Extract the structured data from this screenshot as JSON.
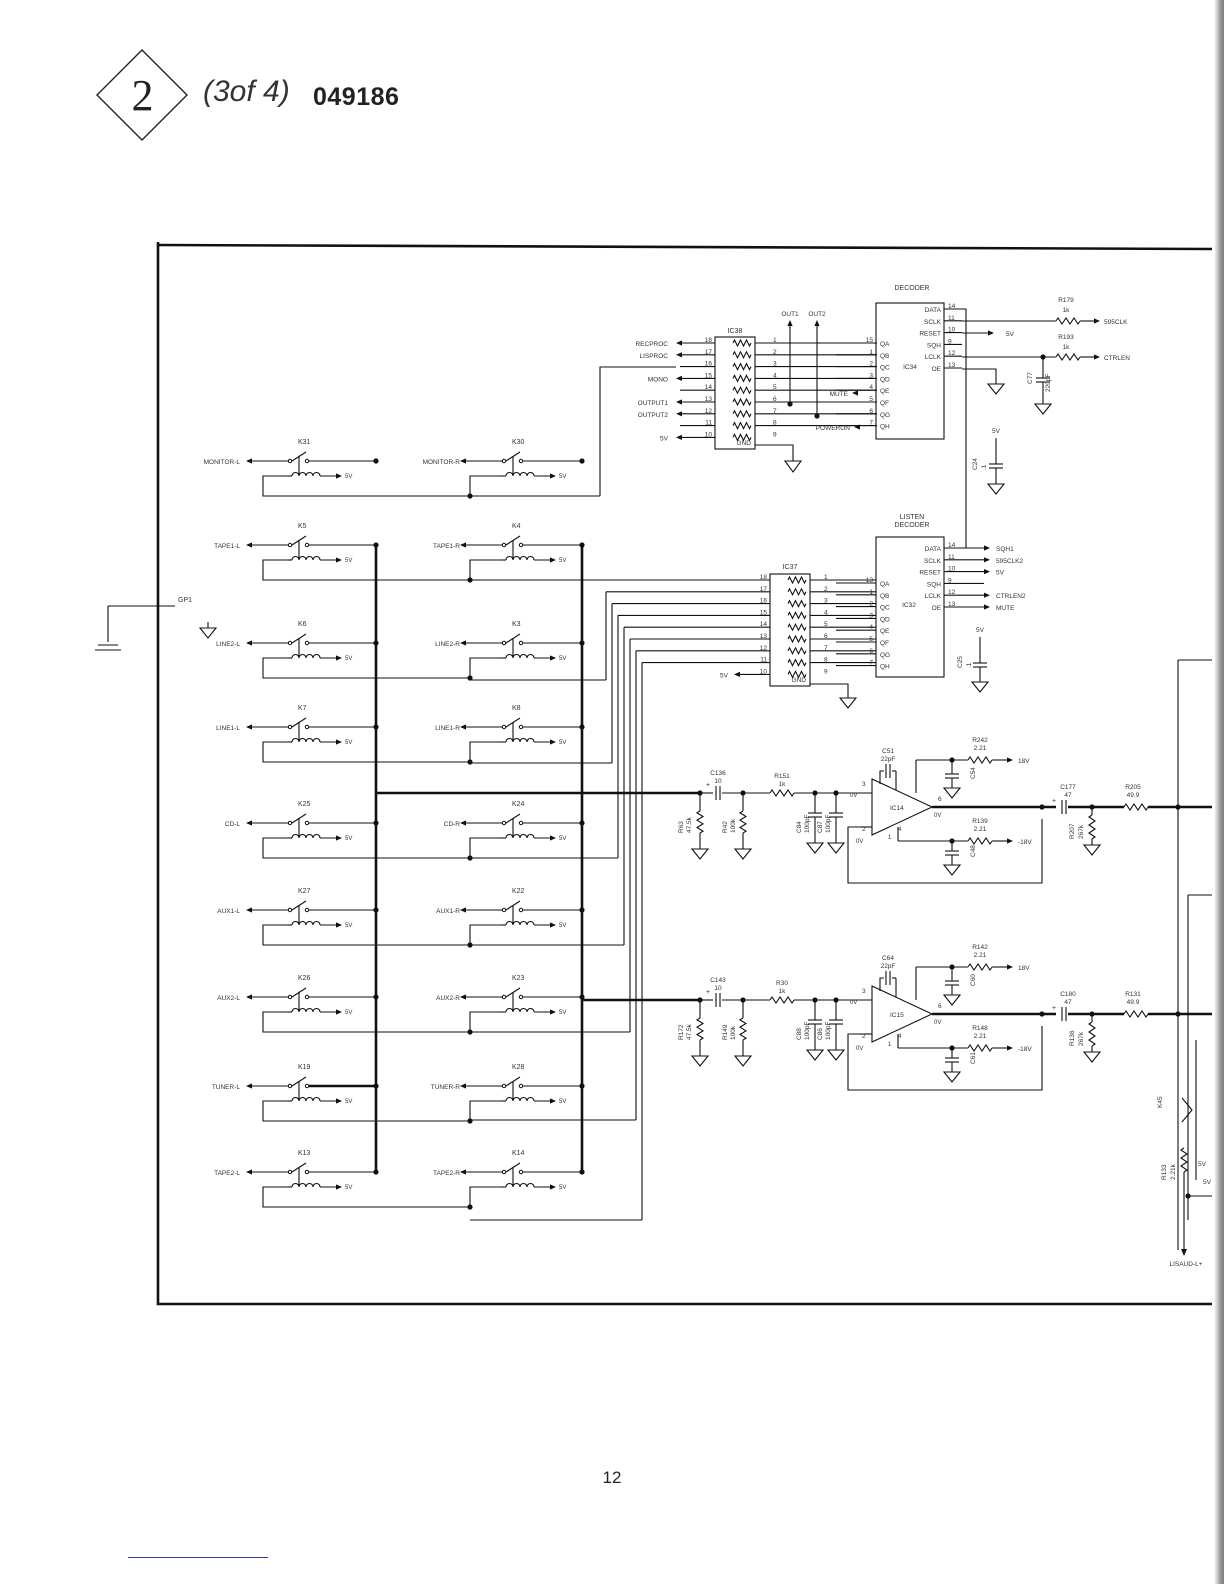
{
  "header": {
    "badge_number": "2",
    "page_part": "(3of 4)",
    "doc_number": "049186"
  },
  "page_number": "12",
  "relays_left": [
    {
      "ref": "K31",
      "net": "MONITOR-L"
    },
    {
      "ref": "K5",
      "net": "TAPE1-L"
    },
    {
      "ref": "K6",
      "net": "LINE2-L"
    },
    {
      "ref": "K7",
      "net": "LINE1-L"
    },
    {
      "ref": "K25",
      "net": "CD-L"
    },
    {
      "ref": "K27",
      "net": "AUX1-L"
    },
    {
      "ref": "K26",
      "net": "AUX2-L"
    },
    {
      "ref": "K19",
      "net": "TUNER-L"
    },
    {
      "ref": "K13",
      "net": "TAPE2-L"
    }
  ],
  "relays_right": [
    {
      "ref": "K30",
      "net": "MONITOR-R"
    },
    {
      "ref": "K4",
      "net": "TAPE1-R"
    },
    {
      "ref": "K3",
      "net": "LINE2-R"
    },
    {
      "ref": "K8",
      "net": "LINE1-R"
    },
    {
      "ref": "K24",
      "net": "CD-R"
    },
    {
      "ref": "K22",
      "net": "AUX1-R"
    },
    {
      "ref": "K23",
      "net": "AUX2-R"
    },
    {
      "ref": "K28",
      "net": "TUNER-R"
    },
    {
      "ref": "K14",
      "net": "TAPE2-R"
    }
  ],
  "supply_5v": "5V",
  "gp1": "GP1",
  "ic38": {
    "ref": "IC38",
    "gnd": "GND",
    "left_pins": [
      "18",
      "17",
      "16",
      "15",
      "14",
      "13",
      "12",
      "11",
      "10"
    ],
    "right_pins": [
      "1",
      "2",
      "3",
      "4",
      "5",
      "6",
      "7",
      "8",
      "9"
    ],
    "left_nets": [
      "RECPROC",
      "LISPROC",
      "",
      "MONO",
      "",
      "OUTPUT1",
      "OUTPUT2",
      "",
      "5V"
    ]
  },
  "outs": [
    "OUT1",
    "OUT2"
  ],
  "decoder": {
    "title": "DECODER",
    "ref": "IC34",
    "left": [
      "QA",
      "QB",
      "QC",
      "QD",
      "QE",
      "QF",
      "QG",
      "QH"
    ],
    "left_pins": [
      "15",
      "1",
      "2",
      "3",
      "4",
      "5",
      "6",
      "7"
    ],
    "right": [
      "DATA",
      "SCLK",
      "RESET",
      "SQH",
      "LCLK",
      "OE"
    ],
    "right_pins": [
      "14",
      "11",
      "10",
      "9",
      "12",
      "13"
    ],
    "mute": "MUTE",
    "poweron": "POWERON"
  },
  "r179": {
    "ref": "R179",
    "val": "1k",
    "net": "595CLK"
  },
  "r193": {
    "ref": "R193",
    "val": "1k",
    "net": "CTRLEN"
  },
  "c77": {
    "ref": "C77",
    "val": "220pF"
  },
  "c24": {
    "ref": "C24",
    "val": ".1"
  },
  "ic37": {
    "ref": "IC37",
    "gnd": "GND",
    "left_pins": [
      "18",
      "17",
      "16",
      "15",
      "14",
      "13",
      "12",
      "11",
      "10"
    ],
    "right_pins": [
      "1",
      "2",
      "3",
      "4",
      "5",
      "6",
      "7",
      "8",
      "9"
    ],
    "vnet": "5V"
  },
  "listen_decoder": {
    "title1": "LISTEN",
    "title2": "DECODER",
    "ref": "IC32",
    "left": [
      "QA",
      "QB",
      "QC",
      "QD",
      "QE",
      "QF",
      "QG",
      "QH"
    ],
    "left_pins": [
      "13",
      "1",
      "2",
      "3",
      "4",
      "5",
      "6",
      "7"
    ],
    "right": [
      "DATA",
      "SCLK",
      "RESET",
      "SQH",
      "LCLK",
      "OE"
    ],
    "right_pins": [
      "14",
      "11",
      "10",
      "9",
      "12",
      "13"
    ],
    "right_nets": [
      "SQH1",
      "595CLK2",
      "5V",
      "",
      "CTRLEN2",
      "MUTE"
    ]
  },
  "c25": {
    "ref": "C25",
    "val": ".1"
  },
  "amp1": {
    "ic": "IC14",
    "cin": "C136",
    "cin_val": "10",
    "r1": "R63",
    "r1_val": "47.5k",
    "r2": "R42",
    "r2_val": "100k",
    "rs": "R151",
    "rs_val": "1k",
    "c1": "C84",
    "c1_val": "100pF",
    "c2": "C87",
    "c2_val": "100pF",
    "cf": "C51",
    "cf_val": "22pF",
    "rt": "R242",
    "rt_val": "2.21",
    "vt": "18V",
    "ct": "C54",
    "rb": "R139",
    "rb_val": "2.21",
    "vb": "-18V",
    "cb": "C48",
    "cout": "C177",
    "cout_val": "47",
    "rg": "R207",
    "rg_val": "267k",
    "ro": "R205",
    "ro_val": "49.9"
  },
  "amp2": {
    "ic": "IC15",
    "cin": "C143",
    "cin_val": "10",
    "r1": "R172",
    "r1_val": "47.5k",
    "r2": "R149",
    "r2_val": "100k",
    "rs": "R30",
    "rs_val": "1k",
    "c1": "C88",
    "c1_val": "100pF",
    "c2": "C86",
    "c2_val": "100pF",
    "cf": "C64",
    "cf_val": "22pF",
    "rt": "R142",
    "rt_val": "2.21",
    "vt": "18V",
    "ct": "C60",
    "rb": "R148",
    "rb_val": "2.21",
    "vb": "-18V",
    "cb": "C61",
    "cout": "C180",
    "cout_val": "47",
    "rg": "R136",
    "rg_val": "267k",
    "ro": "R131",
    "ro_val": "49.9"
  },
  "zero_v": "0V",
  "k45": "K45",
  "r133": {
    "ref": "R133",
    "val": "2.21k"
  },
  "lisaud": "LISAUD-L+"
}
